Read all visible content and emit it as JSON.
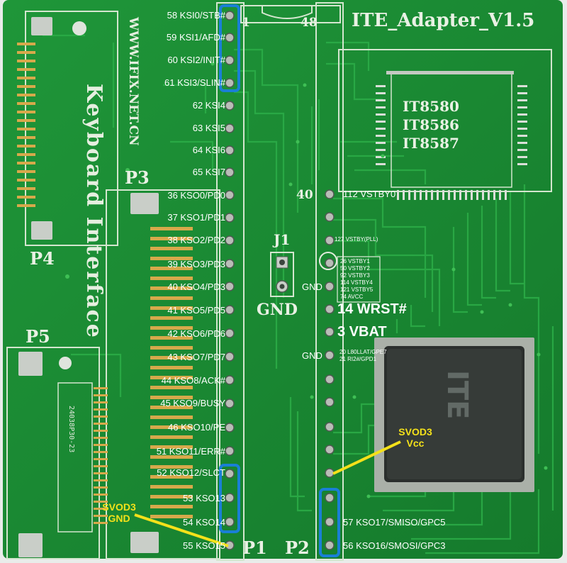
{
  "board": {
    "title": "ITE_Adapter_V1.5",
    "website": "WWW.IFIX.NET.CN",
    "interface_label": "Keyboard Interface",
    "chips": [
      "IT8580",
      "IT8586",
      "IT8587"
    ],
    "ic_logo": "ITE",
    "connector_code": "24038P30-23",
    "colors": {
      "pcb": "#1c8a34",
      "highlight": "#1a7fd6",
      "annotation": "#f4e11a"
    }
  },
  "markers": {
    "p1": "P1",
    "p2": "P2",
    "p3": "P3",
    "p4": "P4",
    "p5": "P5",
    "j1": "J1",
    "gnd": "GND",
    "pin1": "1",
    "pin48": "48",
    "pin40": "40"
  },
  "left_pins": [
    "58 KSI0/STB#",
    "59 KSI1/AFD#",
    "60 KSI2/INIT#",
    "61 KSI3/SLIN#",
    "62 KSI4",
    "63 KSI5",
    "64 KSI6",
    "65 KSI7",
    "36 KSO0/PD0",
    "37 KSO1/PD1",
    "38 KSO2/PD2",
    "39 KSO3/PD3",
    "40 KSO4/PD3",
    "41 KSO5/PD5",
    "42 KSO6/PD6",
    "43 KSO7/PD7",
    "44 KSO8/ACK#",
    "45 KSO9/BUSY",
    "46 KSO10/PE",
    "51 KSO11/ERR#",
    "52 KSO12/SLCT",
    "53 KSO13",
    "54 KSO14",
    "55 KSO15"
  ],
  "right_labels": {
    "vstby0": "112 VSTBY0",
    "vstby_pll": "127 VSTBY(PLL)",
    "vstby_group": [
      "26 VSTBY1",
      "50 VSTBY2",
      "92 VSTBY3",
      "114 VSTBY4",
      "121 VSTBY5",
      "74 AVCC"
    ],
    "gnd1": "GND",
    "wrst": "14 WRST#",
    "vbat": "3 VBAT",
    "gnd2": "GND",
    "gpio_group": [
      "20 L80LLAT/GPE7",
      "21 RI2#/GPD1"
    ],
    "kso17": "57 KSO17/SMISO/GPC5",
    "kso16": "56 KSO16/SMOSI/GPC3"
  },
  "annotations": {
    "svod3_vcc": [
      "SVOD3",
      "Vcc"
    ],
    "svod3_gnd": [
      "SVOD3",
      "GND"
    ]
  }
}
